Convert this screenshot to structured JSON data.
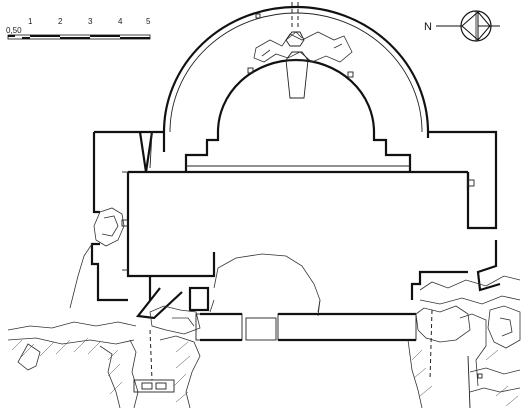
{
  "scale_bar": {
    "labels": [
      "0,50",
      "1",
      "2",
      "3",
      "4",
      "5"
    ]
  },
  "north_arrow": {
    "label": "N"
  }
}
